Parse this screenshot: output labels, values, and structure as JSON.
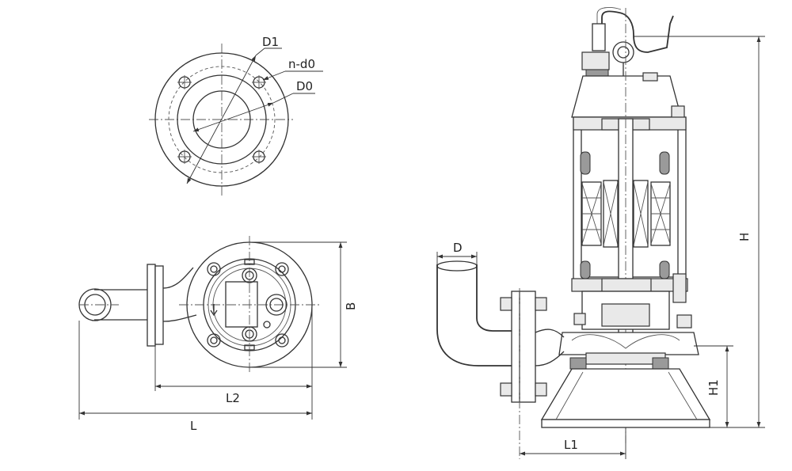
{
  "labels": {
    "D1": "D1",
    "n_d0": "n-d0",
    "D0": "D0",
    "B": "B",
    "L2": "L2",
    "L": "L",
    "D": "D",
    "H": "H",
    "H1": "H1",
    "L1": "L1"
  }
}
